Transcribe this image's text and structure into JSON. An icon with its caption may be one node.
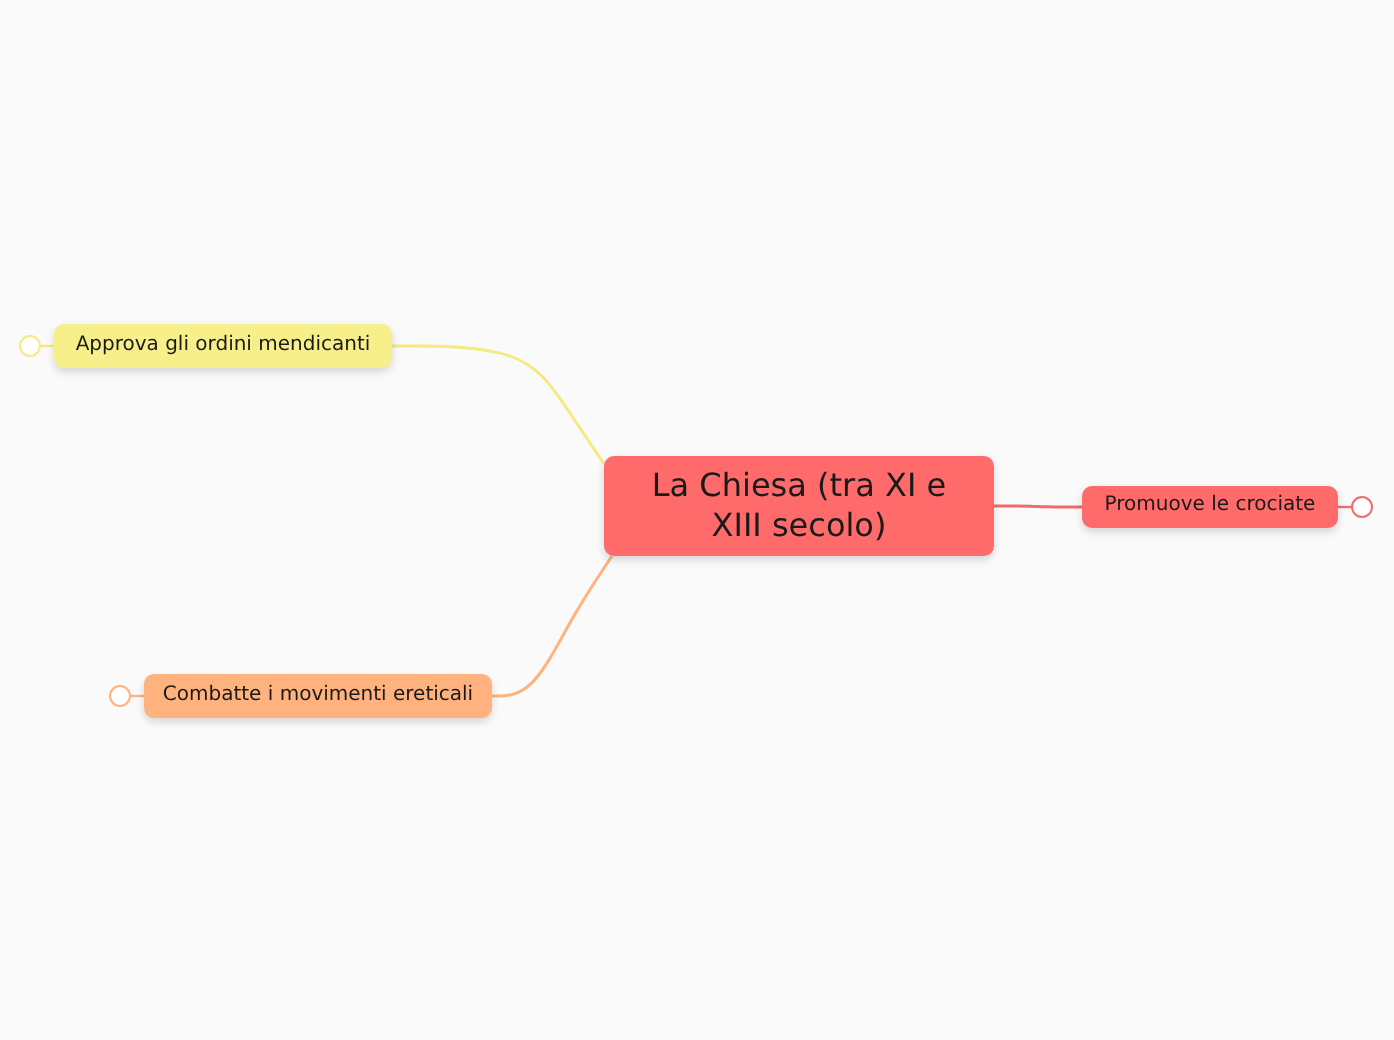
{
  "diagram": {
    "nodes": [
      {
        "text": [
          "La Chiesa (tra XI e XIII secolo)"
        ]
      },
      {
        "text": [
          "Approva gli ordini mendicanti"
        ]
      },
      {
        "text": [
          "Promuove le crociate"
        ]
      },
      {
        "text": [
          "Combatte i movimenti ereticali"
        ]
      }
    ],
    "edges": [
      {
        "from": 0,
        "to": 1,
        "arrow": "none",
        "color": "#f5ea80"
      },
      {
        "from": 0,
        "to": 2,
        "arrow": "none",
        "color": "#f26b6b"
      },
      {
        "from": 0,
        "to": 3,
        "arrow": "none",
        "color": "#ffb27d"
      }
    ]
  }
}
